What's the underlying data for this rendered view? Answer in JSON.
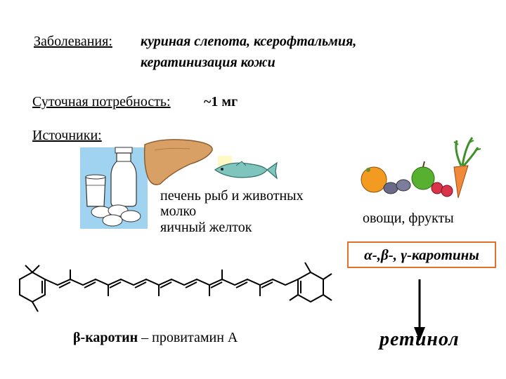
{
  "diseases": {
    "label": "Заболевания:",
    "line1": "куриная слепота, ксерофтальмия,",
    "line2": "кератинизация кожи"
  },
  "daily_need": {
    "label": "Суточная потребность:",
    "value": "~1 мг"
  },
  "sources": {
    "label": "Источники:",
    "animal_lines": [
      "печень рыб и животных",
      "молко",
      "яичный желток"
    ],
    "plant_label": "овощи, фрукты"
  },
  "carotenes": {
    "greek": "α-,β-, γ-",
    "word": "каротины"
  },
  "retinol": "ретинол",
  "beta_carotene": {
    "bold": "β-каротин",
    "rest": " – провитамин А"
  },
  "colors": {
    "box_border": "#e0702a",
    "liver": "#d9a066",
    "fish": "#7fc4bd",
    "milk_bg": "#9fd3ef",
    "orange": "#f39a21",
    "apple_green": "#58b030",
    "berry_red": "#d9344a",
    "carrot": "#f08a3a"
  },
  "icons": [
    "milk-glass-icon",
    "milk-bottle-icon",
    "egg-icon",
    "liver-icon",
    "fish-icon",
    "orange-icon",
    "plum-icon",
    "apple-icon",
    "berries-icon",
    "carrot-icon",
    "arrow-down-icon"
  ]
}
